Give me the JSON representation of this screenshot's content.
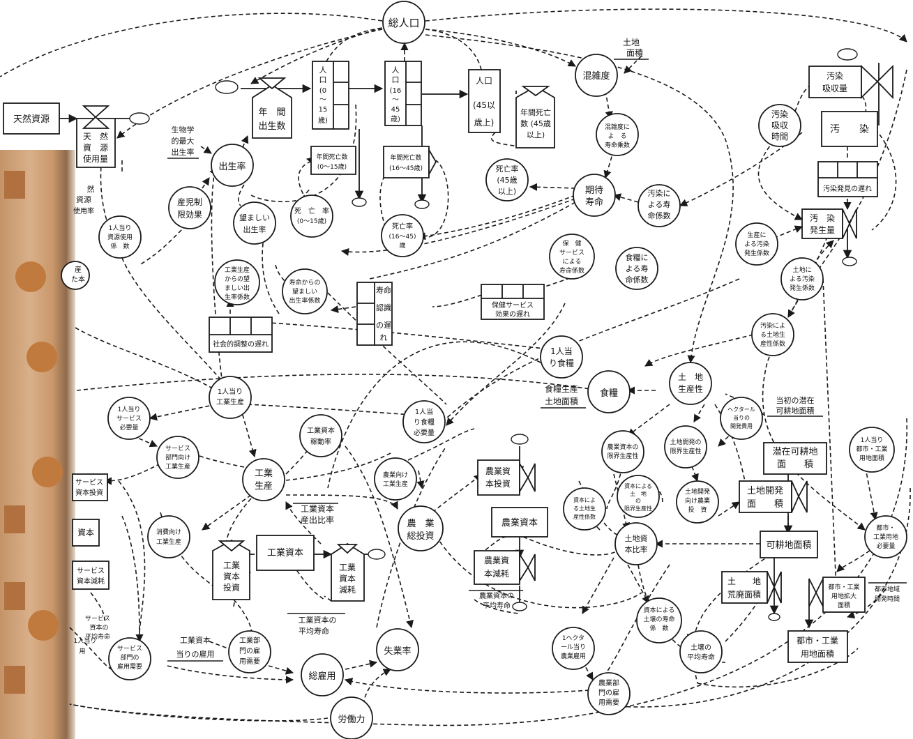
{
  "nodes": {
    "total_pop": "総人口",
    "natural_res": "天然資源",
    "res_use": [
      "天　然",
      "資　源",
      "使用量"
    ],
    "land_area": [
      "土地",
      "面積"
    ],
    "congestion": "混雑度",
    "pop_0_15": [
      "人",
      "口",
      "(0",
      "〜",
      "15",
      "歳)"
    ],
    "pop_16_45": [
      "人",
      "口",
      "(16",
      "〜",
      "45",
      "歳)"
    ],
    "pop_45": [
      "人口",
      "(45以",
      "歳上)"
    ],
    "annual_births": [
      "年　間",
      "出生数"
    ],
    "birth_rate": "出生率",
    "bio_max": [
      "生物学",
      "的最大",
      "出生率"
    ],
    "deaths_0_15": [
      "年間死亡数",
      "(0〜15歳)"
    ],
    "deaths_16_45": [
      "年間死亡数",
      "(16〜45歳)"
    ],
    "deaths_45": [
      "年間死亡",
      "数 (45歳",
      "以上)"
    ],
    "death_rate_0_15": [
      "死　亡　率",
      "(0〜15歳)"
    ],
    "death_rate_16_45": [
      "死亡率",
      "(16〜45)",
      "歳"
    ],
    "death_rate_45": [
      "死亡率",
      "(45歳",
      "以上)"
    ],
    "cong_factor": [
      "混雑度に",
      "よ　る",
      "寿命乗数"
    ],
    "life_exp": [
      "期待",
      "寿命"
    ],
    "poll_life": [
      "汚染に",
      "よる寿",
      "命係数"
    ],
    "poll_absorb": [
      "汚染",
      "吸収量"
    ],
    "poll_absorb_time": [
      "汚染",
      "吸収",
      "時間"
    ],
    "pollution": "汚　　染",
    "poll_delay": "汚染発見の遅れ",
    "poll_gen": [
      "汚　染",
      "発生量"
    ],
    "prod_poll": [
      "生産に",
      "よる汚染",
      "発生係数"
    ],
    "land_poll": [
      "土地に",
      "よる汚染",
      "発生係数"
    ],
    "poll_land_prod": [
      "汚染によ",
      "る土地生",
      "産性係数"
    ],
    "birth_ctrl": [
      "産児制",
      "限効果"
    ],
    "desired_birth": [
      "望ましい",
      "出生率"
    ],
    "ind_desired": [
      "工業生産",
      "からの望",
      "ましい出",
      "生率係数"
    ],
    "life_desired": [
      "寿命からの",
      "望ましい",
      "出生率係数"
    ],
    "life_perception": [
      "寿命",
      "認識",
      "の遅",
      "れ"
    ],
    "health_service": [
      "保　健",
      "サービス",
      "による",
      "寿命係数"
    ],
    "food_life": [
      "食糧に",
      "よる寿",
      "命係数"
    ],
    "health_delay": [
      "保健サービス",
      "効果の遅れ"
    ],
    "social_delay": "社会的調整の遅れ",
    "res_per_cap": [
      "1人当り",
      "資源使用",
      "係　数"
    ],
    "food_per_cap": [
      "1人当",
      "り食糧"
    ],
    "food": "食糧",
    "food_land": [
      "食糧生産",
      "土地面積"
    ],
    "land_prod": [
      "土　地",
      "生産性"
    ],
    "init_arable": [
      "当初の潜在",
      "可耕地面積"
    ],
    "dev_cost": [
      "ヘクタール",
      "当りの",
      "開発費用"
    ],
    "pot_arable": [
      "潜在可耕地",
      "面　　積"
    ],
    "ag_marginal": [
      "農業資本の",
      "限界生産性"
    ],
    "land_dev_marginal": [
      "土地開発の",
      "限界生産性"
    ],
    "cap_land_marginal": [
      "資本による",
      "土　地",
      "の",
      "限界生産性"
    ],
    "cap_land_factor": [
      "資本によ",
      "る土地生",
      "産性係数"
    ],
    "land_dev_invest": [
      "土地開発",
      "向け農業",
      "投　資"
    ],
    "land_dev_area": [
      "土地開発",
      "面　　積"
    ],
    "arable_area": "可耕地面積",
    "land_cap_ratio": [
      "土地資",
      "本比率"
    ],
    "urban_per_cap": [
      "1人当り",
      "都市・工業",
      "用地面積"
    ],
    "urban_req": [
      "都市・",
      "工業用地",
      "必要量"
    ],
    "ind_per_cap": [
      "1人当り",
      "工業生産"
    ],
    "service_per_cap": [
      "1人当り",
      "サービス",
      "必要量"
    ],
    "service_ind": [
      "サービス",
      "部門向け",
      "工業生産"
    ],
    "service_invest": [
      "サービス",
      "資本投資"
    ],
    "ind_util": [
      "工業資本",
      "稼動率"
    ],
    "ind_output": [
      "工業",
      "生産"
    ],
    "food_per_cap_req": [
      "1人当",
      "り食糧",
      "必要量"
    ],
    "ag_ind": [
      "農業向け",
      "工業生産"
    ],
    "ag_invest_total": [
      "農　業",
      "総投資"
    ],
    "ag_cap_invest": [
      "農業資",
      "本投資"
    ],
    "ag_capital": "農業資本",
    "ag_cap_deprec": [
      "農業資",
      "本減耗"
    ],
    "ag_cap_life": [
      "農業資本の",
      "平均寿命"
    ],
    "ind_cap_out_ratio": [
      "工業資本",
      "産出比率"
    ],
    "consumer_ind": [
      "消費向け",
      "工業生産"
    ],
    "ind_cap_invest": [
      "工業",
      "資本",
      "投資"
    ],
    "ind_capital": "工業資本",
    "ind_cap_deprec": [
      "工業",
      "資本",
      "減耗"
    ],
    "ind_cap_life": [
      "工業資本の",
      "平均寿命"
    ],
    "capital_left": "資本",
    "service_deprec": [
      "サービス",
      "資本減耗"
    ],
    "service_life": [
      "サービス",
      "資本の",
      "平均寿命"
    ],
    "per_cap_left": [
      "1人当り",
      "用"
    ],
    "emp_per_cap": [
      "工業資本",
      "当りの雇用"
    ],
    "ind_labor": [
      "工業部",
      "門の雇",
      "用需要"
    ],
    "service_labor": [
      "サービス",
      "部門の",
      "雇用需要"
    ],
    "total_emp": "総雇用",
    "unemployment": "失業率",
    "labor_force": "労働力",
    "jobs_per_ha": [
      "1ヘクタ",
      "ール当り",
      "農業雇用"
    ],
    "ag_labor": [
      "農業部",
      "門の雇",
      "用需要"
    ],
    "soil_life_factor": [
      "資本による",
      "土壌の寿命",
      "係　数"
    ],
    "soil_life": [
      "土壌の",
      "平均寿命"
    ],
    "land_erosion": [
      "土　　地",
      "荒廃面積"
    ],
    "urban_expand": [
      "都市・工業",
      "用地拡大",
      "面積"
    ],
    "urban_dev_time": [
      "都市地域",
      "開発時間"
    ],
    "urban_area": [
      "都市・工業",
      "用地面積"
    ],
    "left_res_rate": [
      "然",
      "資源",
      "使用率"
    ],
    "left_rate2": [
      "産",
      "た本"
    ]
  },
  "colors": {
    "ink": "#1a1a1a",
    "paper": "#ffffff",
    "book_edge": "#c9976a",
    "book_dot": "#c07a3d"
  }
}
